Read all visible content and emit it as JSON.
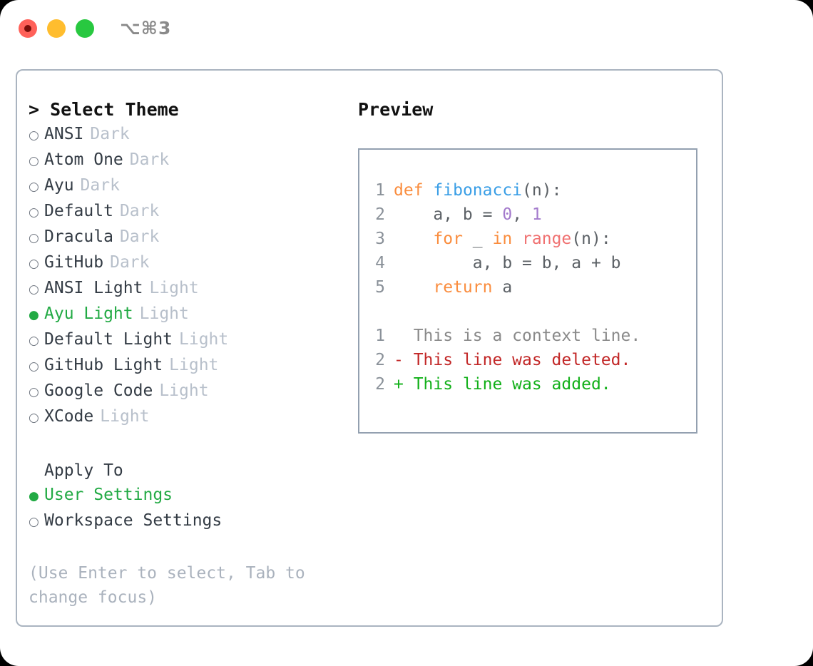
{
  "titlebar": {
    "shortcut": "⌥⌘3",
    "buttons": [
      {
        "name": "close",
        "color": "#ff6159"
      },
      {
        "name": "minimize",
        "color": "#ffbd2e"
      },
      {
        "name": "maximize",
        "color": "#28c840"
      }
    ]
  },
  "left": {
    "prompt": ">",
    "title": "Select Theme",
    "title_line": "> Select Theme",
    "themes": [
      {
        "bullet": "○",
        "name": "ANSI",
        "variant": "Dark",
        "selected": false
      },
      {
        "bullet": "○",
        "name": "Atom One",
        "variant": "Dark",
        "selected": false
      },
      {
        "bullet": "○",
        "name": "Ayu",
        "variant": "Dark",
        "selected": false
      },
      {
        "bullet": "○",
        "name": "Default",
        "variant": "Dark",
        "selected": false
      },
      {
        "bullet": "○",
        "name": "Dracula",
        "variant": "Dark",
        "selected": false
      },
      {
        "bullet": "○",
        "name": "GitHub",
        "variant": "Dark",
        "selected": false
      },
      {
        "bullet": "○",
        "name": "ANSI Light",
        "variant": "Light",
        "selected": false
      },
      {
        "bullet": "●",
        "name": "Ayu Light",
        "variant": "Light",
        "selected": true
      },
      {
        "bullet": "○",
        "name": "Default Light",
        "variant": "Light",
        "selected": false
      },
      {
        "bullet": "○",
        "name": "GitHub Light",
        "variant": "Light",
        "selected": false
      },
      {
        "bullet": "○",
        "name": "Google Code",
        "variant": "Light",
        "selected": false
      },
      {
        "bullet": "○",
        "name": "XCode",
        "variant": "Light",
        "selected": false
      }
    ],
    "apply_to": {
      "heading": "Apply To",
      "options": [
        {
          "bullet": "●",
          "label": "User Settings",
          "selected": true
        },
        {
          "bullet": "○",
          "label": "Workspace Settings",
          "selected": false
        }
      ]
    },
    "hint": "(Use Enter to select, Tab to change focus)"
  },
  "right": {
    "title": "Preview",
    "code": [
      {
        "no": "1",
        "tokens": [
          {
            "t": "def",
            "c": "kw"
          },
          {
            "t": " ",
            "c": "pl"
          },
          {
            "t": "fibonacci",
            "c": "fn"
          },
          {
            "t": "(n):",
            "c": "pl"
          }
        ]
      },
      {
        "no": "2",
        "tokens": [
          {
            "t": "    a, b = ",
            "c": "pl"
          },
          {
            "t": "0",
            "c": "num"
          },
          {
            "t": ", ",
            "c": "pl"
          },
          {
            "t": "1",
            "c": "num"
          }
        ]
      },
      {
        "no": "3",
        "tokens": [
          {
            "t": "    ",
            "c": "pl"
          },
          {
            "t": "for",
            "c": "kw"
          },
          {
            "t": " _ ",
            "c": "pl"
          },
          {
            "t": "in",
            "c": "kw"
          },
          {
            "t": " ",
            "c": "pl"
          },
          {
            "t": "range",
            "c": "call"
          },
          {
            "t": "(n):",
            "c": "pl"
          }
        ]
      },
      {
        "no": "4",
        "tokens": [
          {
            "t": "        a, b = b, a + b",
            "c": "pl"
          }
        ]
      },
      {
        "no": "5",
        "tokens": [
          {
            "t": "    ",
            "c": "pl"
          },
          {
            "t": "return",
            "c": "kw"
          },
          {
            "t": " a",
            "c": "pl"
          }
        ]
      }
    ],
    "diff": [
      {
        "no": "1",
        "marker": " ",
        "text": "  This is a context line.",
        "kind": "ctx"
      },
      {
        "no": "2",
        "marker": "-",
        "text": "- This line was deleted.",
        "kind": "del"
      },
      {
        "no": "2",
        "marker": "+",
        "text": "+ This line was added.",
        "kind": "add"
      }
    ]
  },
  "colors": {
    "accent_green": "#22aa44",
    "keyword": "#fa8d3e",
    "function": "#399ee6",
    "number": "#a37acc",
    "call": "#f07171",
    "diff_delete": "#c22727",
    "diff_add": "#12b019",
    "muted": "#b8c0cb",
    "border": "#93a0b0"
  }
}
